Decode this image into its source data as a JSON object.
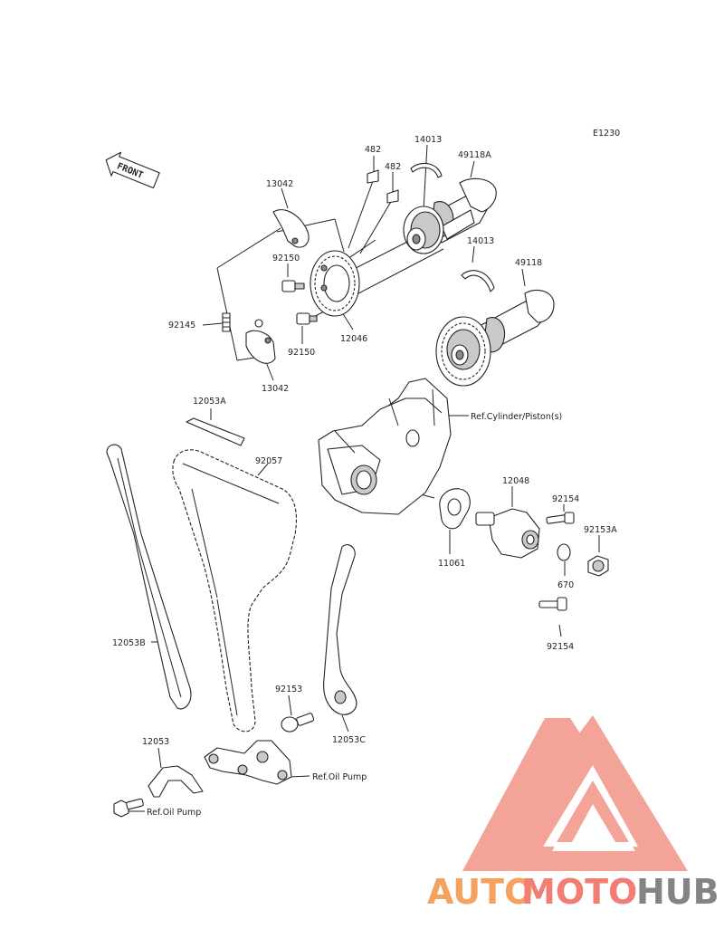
{
  "diagram": {
    "code": "E1230",
    "front_label": "FRONT",
    "labels": {
      "l482a": "482",
      "l482b": "482",
      "l14013a": "14013",
      "l49118A": "49118A",
      "l13042a": "13042",
      "l14013b": "14013",
      "l49118": "49118",
      "l92150a": "92150",
      "l92145": "92145",
      "l92150b": "92150",
      "l12046": "12046",
      "l13042b": "13042",
      "l12053A": "12053A",
      "lRefCyl": "Ref.Cylinder/Piston(s)",
      "l92057": "92057",
      "l12048": "12048",
      "l92154a": "92154",
      "l92153A": "92153A",
      "l11061": "11061",
      "l670": "670",
      "l12053B": "12053B",
      "l92154b": "92154",
      "l92153": "92153",
      "l12053C": "12053C",
      "l12053": "12053",
      "lRefOilPump1": "Ref.Oil Pump",
      "lRefOilPump2": "Ref.Oil Pump"
    }
  },
  "watermark": {
    "part1": "AUTO",
    "part2": "MOTO",
    "part3": "HUB",
    "colors": {
      "auto": "#f4a260",
      "moto": "#f27d72",
      "hub": "#848484",
      "logo": "#f29487"
    }
  }
}
